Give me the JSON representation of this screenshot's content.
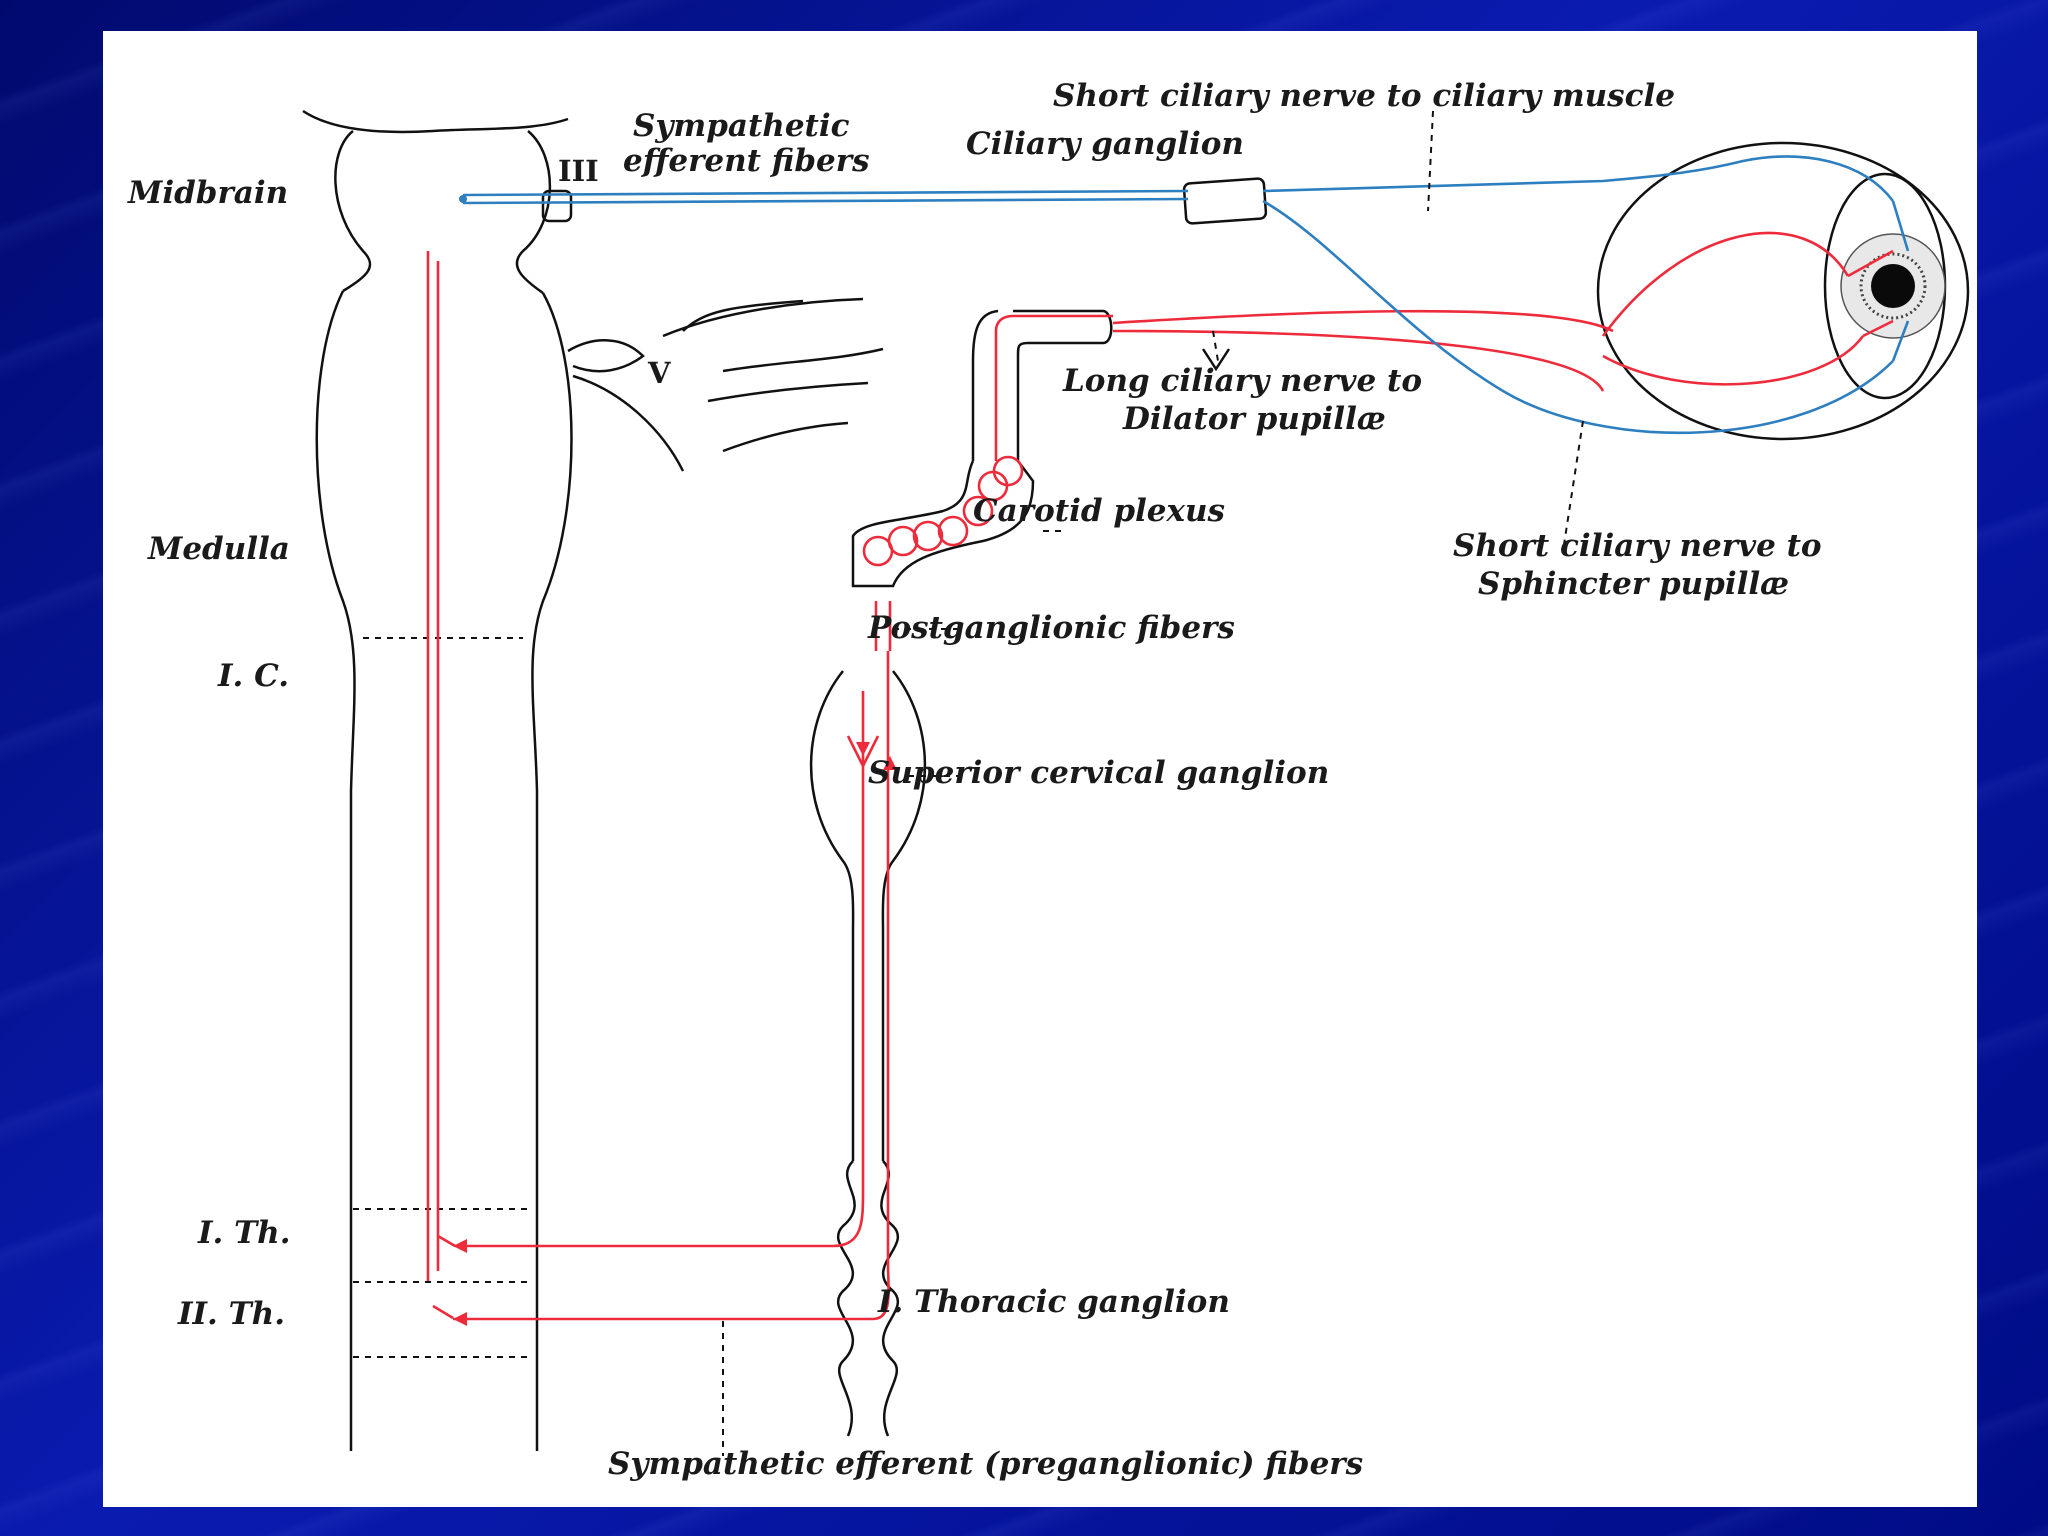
{
  "labels": {
    "short_ciliary_muscle": "Short ciliary nerve to ciliary muscle",
    "sympathetic_efferent_line1": "Sympathetic",
    "sympathetic_efferent_line2": "efferent fibers",
    "ciliary_ganglion": "Ciliary ganglion",
    "midbrain": "Midbrain",
    "iii": "III",
    "v": "V",
    "long_ciliary_line1": "Long ciliary nerve to",
    "long_ciliary_line2": "Dilator pupillæ",
    "carotid_plexus": "Carotid plexus",
    "medulla": "Medulla",
    "short_sphincter_line1": "Short ciliary nerve to",
    "short_sphincter_line2": "Sphincter pupillæ",
    "postganglionic": "Postganglionic fibers",
    "ic": "I. C.",
    "superior_cervical": "Superior cervical ganglion",
    "ith": "I. Th.",
    "iith": "II. Th.",
    "thoracic_ganglion": "I. Thoracic ganglion",
    "preganglionic": "Sympathetic efferent (preganglionic) fibers"
  },
  "colors": {
    "sympathetic": "#ee2b3b",
    "parasympathetic": "#2d7fc0",
    "background": "#0a1bb0"
  }
}
